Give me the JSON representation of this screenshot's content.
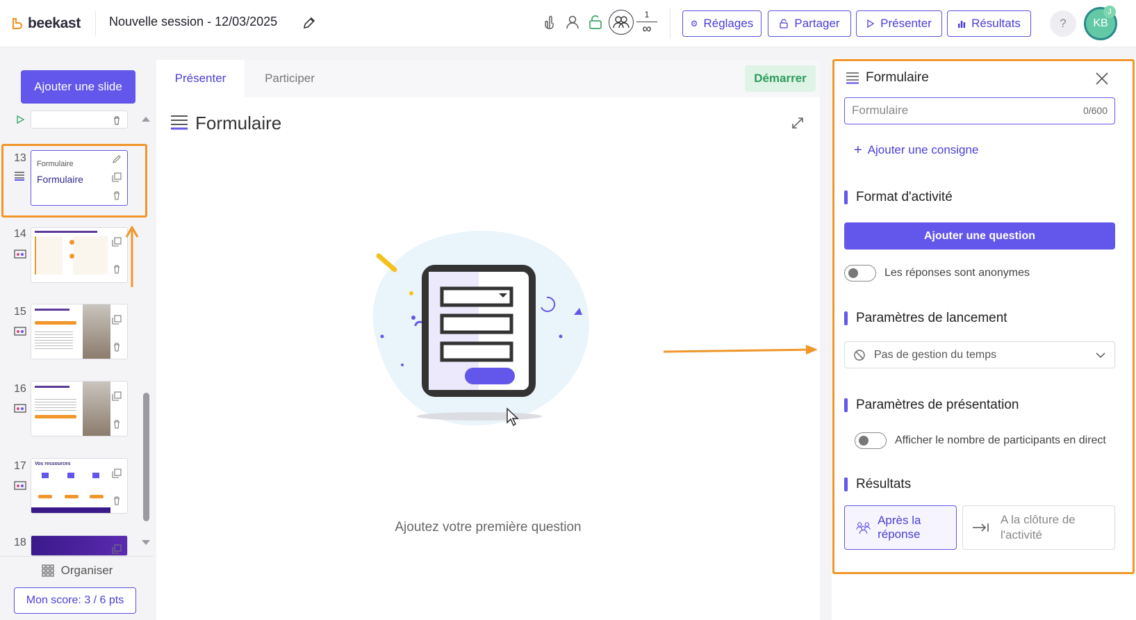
{
  "brand": {
    "name": "beekast",
    "accent": "#6356ea",
    "highlight": "#f0962a"
  },
  "header": {
    "session_title": "Nouvelle session - 12/03/2025",
    "participant_count": "1",
    "participant_limit": "∞",
    "buttons": {
      "settings": "Réglages",
      "share": "Partager",
      "present": "Présenter",
      "results": "Résultats"
    },
    "help": "?",
    "avatar_initials": "KB",
    "avatar_badge": "J"
  },
  "sidebar": {
    "add_slide": "Ajouter une slide",
    "slides": [
      {
        "number": "13",
        "type_label": "Formulaire",
        "title": "Formulaire",
        "selected": true
      },
      {
        "number": "14",
        "type": "slide"
      },
      {
        "number": "15",
        "type": "slide"
      },
      {
        "number": "16",
        "type": "slide"
      },
      {
        "number": "17",
        "type": "slide",
        "title": "Vos ressources"
      },
      {
        "number": "18",
        "type": "slide"
      }
    ],
    "organise": "Organiser",
    "score": "Mon score: 3 / 6 pts"
  },
  "main": {
    "tabs": [
      {
        "label": "Présenter",
        "active": true
      },
      {
        "label": "Participer",
        "active": false
      }
    ],
    "start": "Démarrer",
    "title": "Formulaire",
    "hint": "Ajoutez votre première question"
  },
  "panel": {
    "title": "Formulaire",
    "title_input": {
      "placeholder": "Formulaire",
      "value": "",
      "counter": "0/600"
    },
    "add_instruction": "Ajouter une consigne",
    "activity_format": "Format d'activité",
    "add_question": "Ajouter une question",
    "anonymous_toggle": {
      "label": "Les réponses sont anonymes",
      "on": false
    },
    "launch_params": "Paramètres de lancement",
    "time_select": "Pas de gestion du temps",
    "presentation_params": "Paramètres de présentation",
    "live_count_toggle": {
      "label": "Afficher le nombre de participants en direct",
      "on": false
    },
    "results": "Résultats",
    "result_options": [
      {
        "label": "Après la réponse",
        "selected": true
      },
      {
        "label": "A la clôture de l'activité",
        "selected": false
      }
    ]
  }
}
